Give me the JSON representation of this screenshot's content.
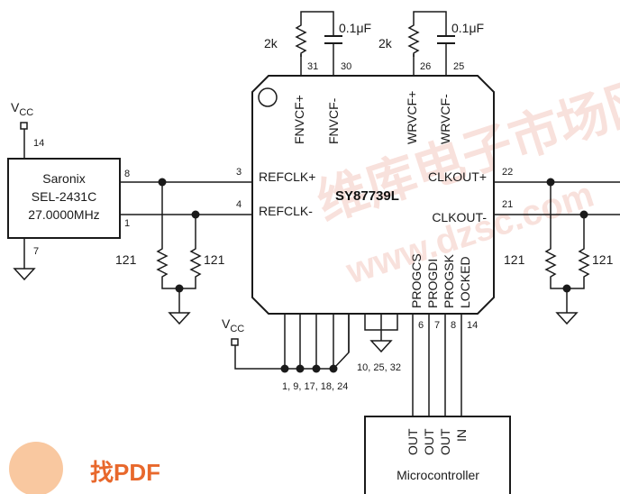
{
  "chip": {
    "name": "SY87739L",
    "pins": {
      "refclk_plus": {
        "label": "REFCLK+",
        "num": "3"
      },
      "refclk_minus": {
        "label": "REFCLK-",
        "num": "4"
      },
      "clkout_plus": {
        "label": "CLKOUT+",
        "num": "22"
      },
      "clkout_minus": {
        "label": "CLKOUT-",
        "num": "21"
      },
      "fnvcf_plus": {
        "label": "FNVCF+",
        "num": "31"
      },
      "fnvcf_minus": {
        "label": "FNVCF-",
        "num": "30"
      },
      "wrvcf_plus": {
        "label": "WRVCF+",
        "num": "26"
      },
      "wrvcf_minus": {
        "label": "WRVCF-",
        "num": "25"
      },
      "progcs": {
        "label": "PROGCS",
        "num": "6"
      },
      "progdi": {
        "label": "PROGDI",
        "num": "7"
      },
      "progsk": {
        "label": "PROGSK",
        "num": "8"
      },
      "locked": {
        "label": "LOCKED",
        "num": "14"
      }
    },
    "vcc_pins": "1, 9, 17, 18, 24",
    "gnd_pins": "10, 25, 32"
  },
  "oscillator": {
    "line1": "Saronix",
    "line2": "SEL-2431C",
    "line3": "27.0000MHz",
    "pin_vcc": "14",
    "pin_out": "8",
    "pin_outb": "1",
    "pin_gnd": "7"
  },
  "vcc": {
    "label": "V",
    "sub": "CC"
  },
  "resistors": {
    "term": "121",
    "filter": "2k"
  },
  "capacitors": {
    "filter": "0.1μF"
  },
  "microcontroller": {
    "label": "Microcontroller",
    "pins": [
      "OUT",
      "OUT",
      "OUT",
      "IN"
    ]
  },
  "watermark": {
    "text": "维库电子市场网",
    "url": "www.dzsc.com",
    "logo": "找PDF"
  }
}
